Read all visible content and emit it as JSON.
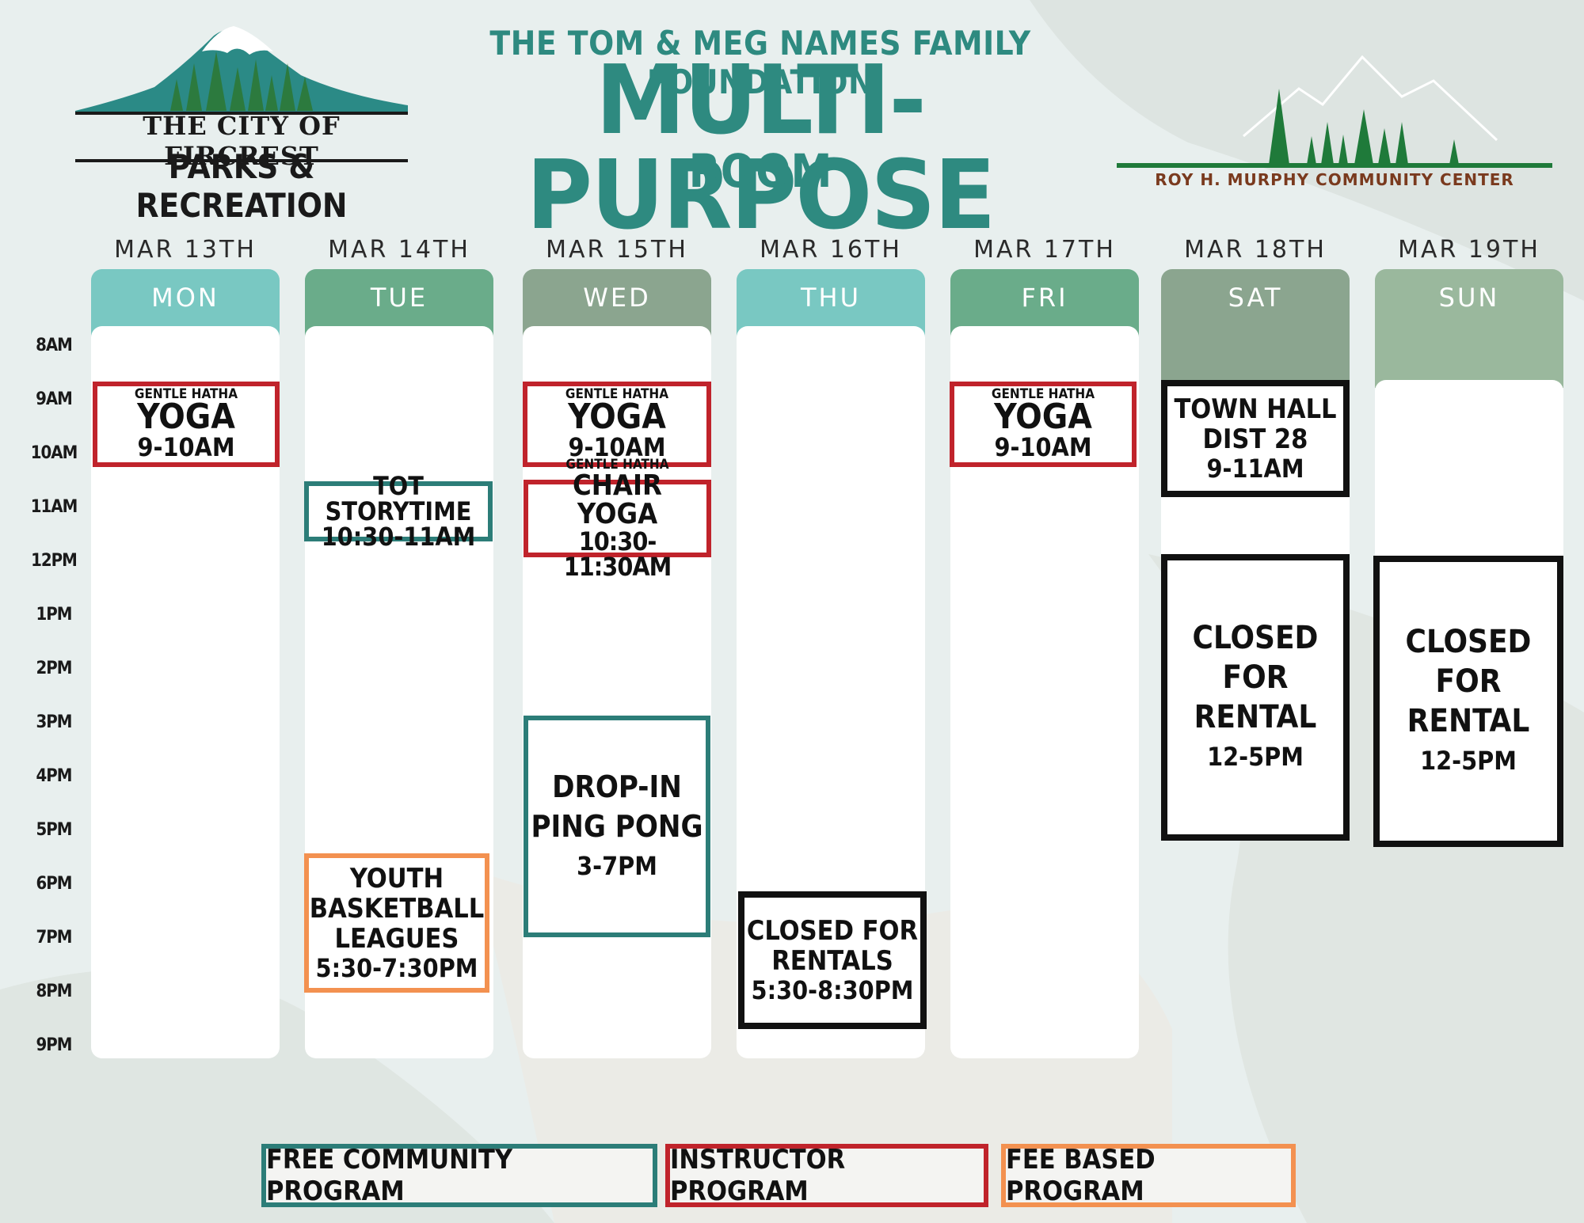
{
  "header": {
    "foundation": "THE TOM & MEG NAMES FAMILY FOUNDATION",
    "title": "MULTI-PURPOSE",
    "subtitle": "ROOM"
  },
  "logos": {
    "city_line": "THE CITY OF FIRCREST",
    "dept_line": "PARKS & RECREATION",
    "center_name": "ROY H. MURPHY COMMUNITY CENTER"
  },
  "days": [
    {
      "date": "MAR 13TH",
      "day": "MON",
      "color": "#79c8c2"
    },
    {
      "date": "MAR 14TH",
      "day": "TUE",
      "color": "#6aac8a"
    },
    {
      "date": "MAR 15TH",
      "day": "WED",
      "color": "#8ba58f"
    },
    {
      "date": "MAR 16TH",
      "day": "THU",
      "color": "#79c8c2"
    },
    {
      "date": "MAR 17TH",
      "day": "FRI",
      "color": "#6aac8a"
    },
    {
      "date": "MAR 18TH",
      "day": "SAT",
      "color": "#8ba58f"
    },
    {
      "date": "MAR 19TH",
      "day": "SUN",
      "color": "#9ab89d"
    }
  ],
  "times": [
    "8AM",
    "9AM",
    "10AM",
    "11AM",
    "12PM",
    "1PM",
    "2PM",
    "3PM",
    "4PM",
    "5PM",
    "6PM",
    "7PM",
    "8PM",
    "9PM"
  ],
  "events": {
    "mon_yoga": {
      "pre": "GENTLE HATHA",
      "name": "YOGA",
      "time": "9-10AM",
      "category": "instructor"
    },
    "tue_storytime": {
      "name": "TOT STORYTIME",
      "time": "10:30-11AM",
      "category": "free"
    },
    "tue_basketball": {
      "name1": "YOUTH",
      "name2": "BASKETBALL",
      "name3": "LEAGUES",
      "time": "5:30-7:30PM",
      "category": "fee"
    },
    "wed_yoga": {
      "pre": "GENTLE HATHA",
      "name": "YOGA",
      "time": "9-10AM",
      "category": "instructor"
    },
    "wed_chair": {
      "pre": "GENTLE HATHA",
      "name": "CHAIR YOGA",
      "time": "10:30-11:30AM",
      "category": "instructor"
    },
    "wed_pingpong": {
      "name1": "DROP-IN",
      "name2": "PING PONG",
      "time": "3-7PM",
      "category": "free"
    },
    "thu_closed": {
      "name1": "CLOSED FOR",
      "name2": "RENTALS",
      "time": "5:30-8:30PM",
      "category": "rental"
    },
    "fri_yoga": {
      "pre": "GENTLE HATHA",
      "name": "YOGA",
      "time": "9-10AM",
      "category": "instructor"
    },
    "sat_townhall": {
      "name1": "TOWN HALL",
      "name2": "DIST 28",
      "time": "9-11AM",
      "category": "rental"
    },
    "sat_closed": {
      "name1": "CLOSED FOR",
      "name2": "RENTAL",
      "time": "12-5PM",
      "category": "rental"
    },
    "sun_closed": {
      "name1": "CLOSED FOR",
      "name2": "RENTAL",
      "time": "12-5PM",
      "category": "rental"
    }
  },
  "legend": {
    "free": "FREE COMMUNITY PROGRAM",
    "instructor": "INSTRUCTOR PROGRAM",
    "fee": "FEE BASED PROGRAM"
  },
  "colors": {
    "instructor": "#c0232b",
    "free": "#2c7d78",
    "fee": "#f39150",
    "rental": "#111111",
    "title": "#2e8a80"
  }
}
